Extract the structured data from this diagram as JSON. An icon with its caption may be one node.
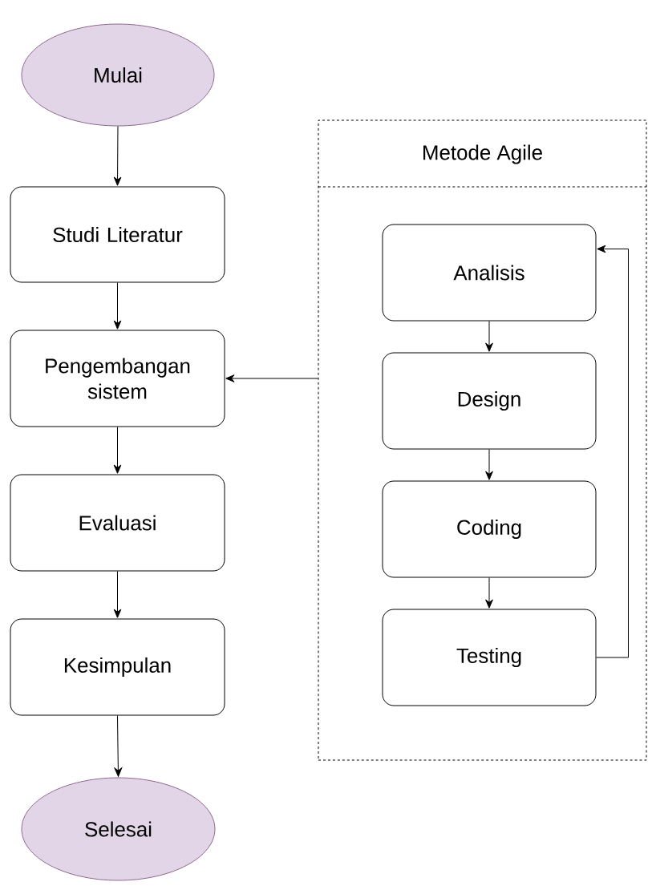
{
  "diagram": {
    "nodes": [
      {
        "text": [
          "Mulai"
        ]
      },
      {
        "text": [
          "Studi Literatur"
        ]
      },
      {
        "text": [
          "Pengembangan sistem"
        ]
      },
      {
        "text": [
          "Evaluasi"
        ]
      },
      {
        "text": [
          "Kesimpulan"
        ]
      },
      {
        "text": [
          "Selesai"
        ]
      },
      {
        "text": [
          "Metode Agile"
        ]
      },
      {
        "text": [
          "Analisis"
        ],
        "in": 6
      },
      {
        "text": [
          "Design"
        ],
        "in": 6
      },
      {
        "text": [
          "Coding"
        ],
        "in": 6
      },
      {
        "text": [
          "Testing"
        ],
        "in": 6
      }
    ],
    "edges": [
      {
        "from": 0,
        "to": 1,
        "arrow": "to"
      },
      {
        "from": 1,
        "to": 2,
        "arrow": "to"
      },
      {
        "from": 2,
        "to": 3,
        "arrow": "to"
      },
      {
        "from": 3,
        "to": 4,
        "arrow": "to"
      },
      {
        "from": 4,
        "to": 5,
        "arrow": "to"
      },
      {
        "from": 6,
        "to": 2,
        "arrow": "to"
      },
      {
        "from": 7,
        "to": 8,
        "arrow": "to"
      },
      {
        "from": 8,
        "to": 9,
        "arrow": "to"
      },
      {
        "from": 9,
        "to": 10,
        "arrow": "to"
      },
      {
        "from": 10,
        "to": 7,
        "arrow": "to"
      }
    ]
  }
}
